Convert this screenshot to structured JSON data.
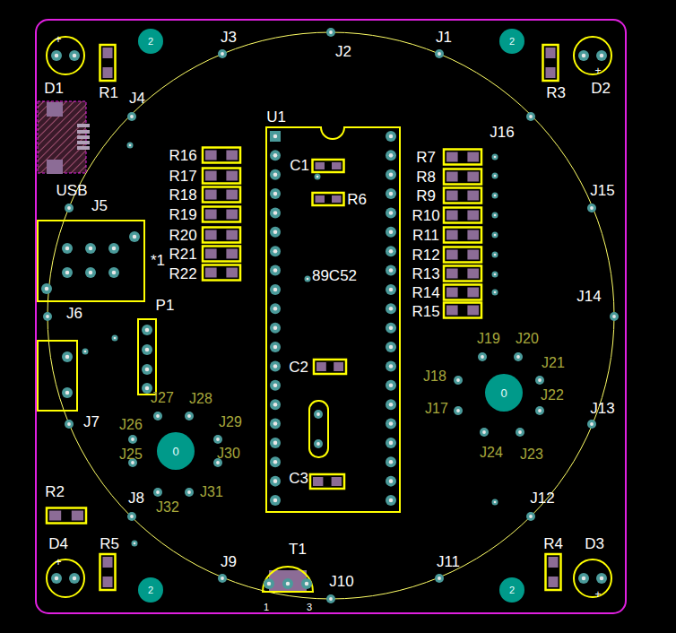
{
  "diagram": {
    "labels": [
      "J3",
      "J2",
      "J1",
      "D1",
      "R1",
      "J4",
      "U1",
      "R3",
      "D2",
      "J16",
      "R16",
      "R17",
      "R18",
      "R19",
      "R20",
      "R21",
      "R22",
      "C1",
      "R6",
      "USB",
      "J5",
      "J15",
      "R7",
      "R8",
      "R9",
      "R10",
      "R11",
      "R12",
      "R13",
      "R14",
      "R15",
      "*1",
      "89C52",
      "J14",
      "J6",
      "P1",
      "J19",
      "J20",
      "J18",
      "J21",
      "J22",
      "J17",
      "C2",
      "J7",
      "J13",
      "J27",
      "J28",
      "J26",
      "J29",
      "J25",
      "J30",
      "J24",
      "J23",
      "C3",
      "R2",
      "J8",
      "J12",
      "J31",
      "J32",
      "D4",
      "R5",
      "R4",
      "D3",
      "J9",
      "J11",
      "T1",
      "J10",
      "1",
      "3",
      "2",
      "2",
      "2",
      "2",
      "0",
      "0",
      "+",
      "+",
      "+",
      "+"
    ]
  }
}
